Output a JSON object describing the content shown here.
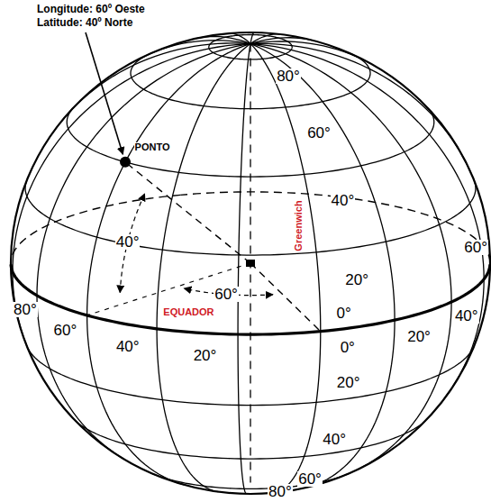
{
  "diagram": {
    "labels": [
      "Longitude: 60º Oeste",
      "Latitude: 40º Norte",
      "80°",
      "60°",
      "40°",
      "20°",
      "0°",
      "PONTO",
      "Greenwich",
      "40°",
      "60°",
      "EQUADOR",
      "80°",
      "60°",
      "40°",
      "20°",
      "0°",
      "20°",
      "40°",
      "60°",
      "20°",
      "40°",
      "60°",
      "80°"
    ]
  }
}
